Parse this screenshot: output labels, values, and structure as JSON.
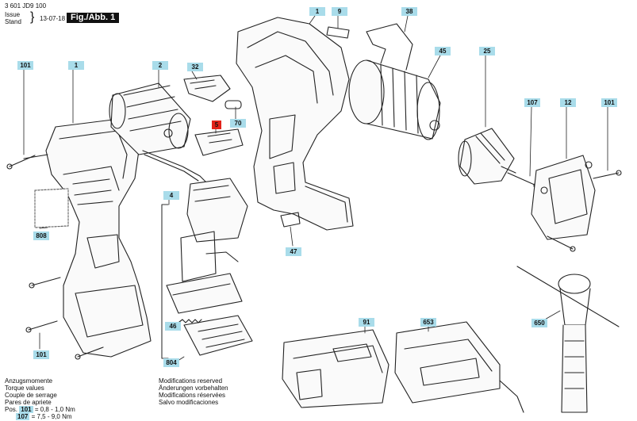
{
  "header": {
    "code": "3 601 JD9 100",
    "issue_label": "Issue",
    "stand_label": "Stand",
    "issue_date": "13-07-18",
    "figure": "Fig./Abb. 1"
  },
  "callouts": {
    "c101_tl": "101",
    "c1_left": "1",
    "c2": "2",
    "c32": "32",
    "c70": "70",
    "c5": "5",
    "c4": "4",
    "c808": "808",
    "c101_bl": "101",
    "c46": "46",
    "c804": "804",
    "c1_top": "1",
    "c9": "9",
    "c38": "38",
    "c45": "45",
    "c25": "25",
    "c47": "47",
    "c107": "107",
    "c12": "12",
    "c101_r": "101",
    "c91": "91",
    "c653": "653",
    "c650": "650"
  },
  "torque": {
    "lines": [
      "Anzugsmomente",
      "Torque values",
      "Couple de serrage",
      "Pares de apriete"
    ],
    "pos_label": "Pos.",
    "row1_part": "101",
    "row1_value": "= 0,8 - 1,0 Nm",
    "row2_part": "107",
    "row2_value": "= 7,5 - 9,0 Nm"
  },
  "modifications": [
    "Modifications reserved",
    "Änderungen vorbehalten",
    "Modifications réservées",
    "Salvo modificaciones"
  ],
  "colors": {
    "callout_fill": "#a9dcea",
    "callout_highlight": "#e2231a",
    "figure_label_fill": "#111111"
  }
}
